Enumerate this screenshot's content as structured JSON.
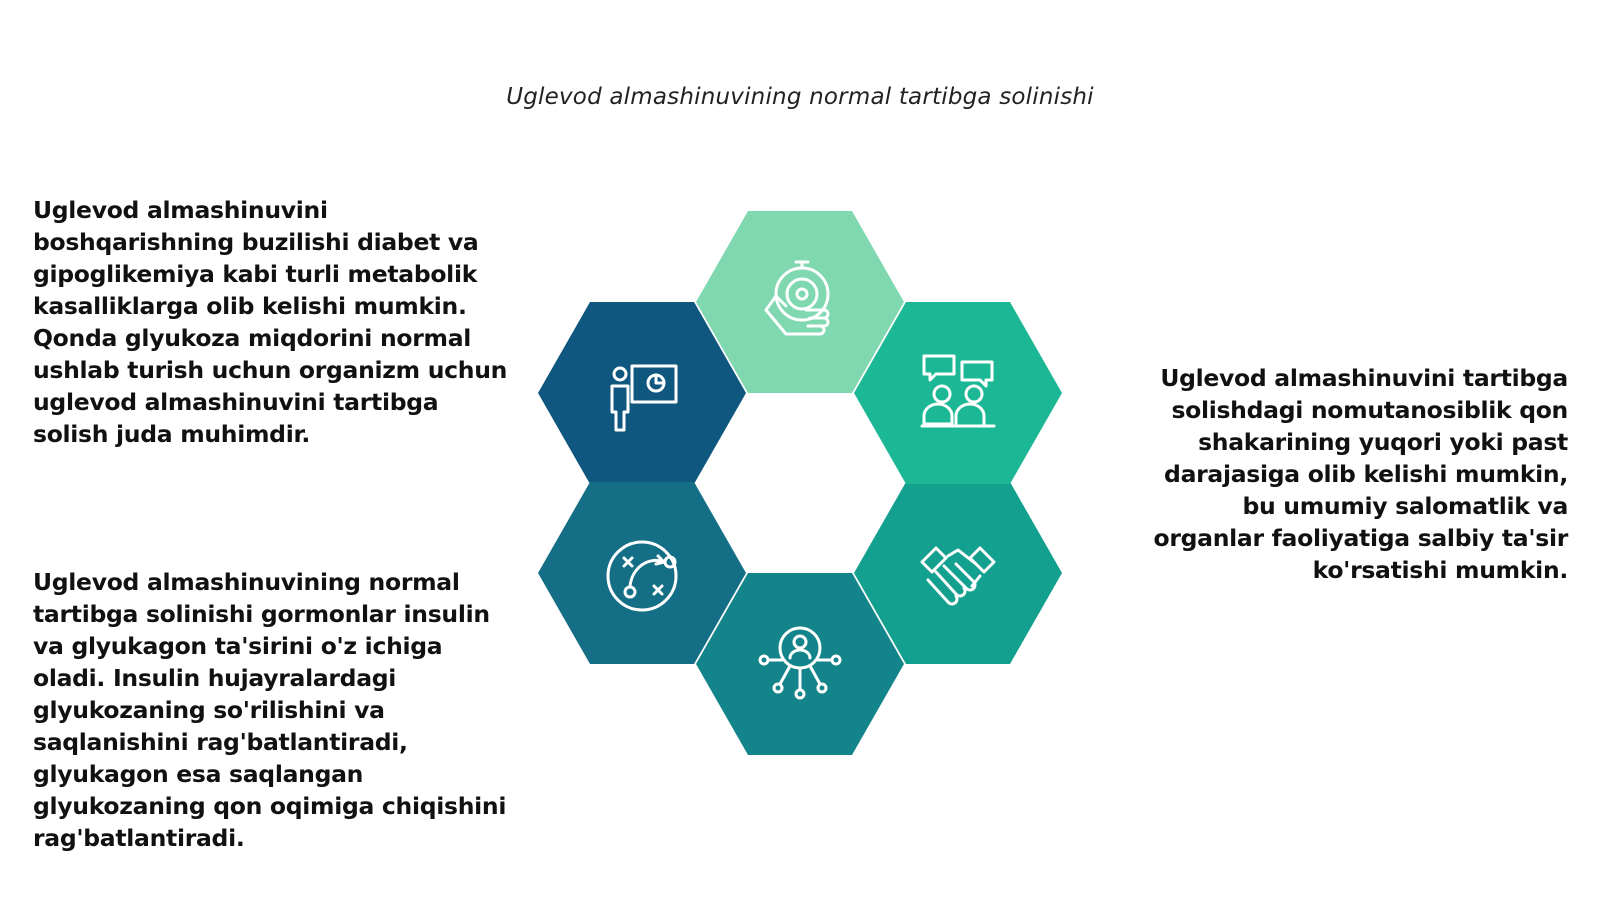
{
  "title": "Uglevod almashinuvining normal tartibga solinishi",
  "paragraphs": {
    "top_left": "Uglevod almashinuvini boshqarishning buzilishi diabet va gipoglikemiya kabi turli metabolik kasalliklarga olib kelishi mumkin. Qonda glyukoza miqdorini normal ushlab turish uchun organizm uchun uglevod almashinuvini tartibga solish juda muhimdir.",
    "bottom_left": "Uglevod almashinuvining normal tartibga solinishi gormonlar insulin va glyukagon ta'sirini o'z ichiga oladi. Insulin hujayralardagi glyukozaning so'rilishini va saqlanishini rag'batlantiradi, glyukagon esa saqlangan glyukozaning qon oqimiga chiqishini rag'batlantiradi.",
    "right": "Uglevod almashinuvini tartibga solishdagi nomutanosiblik qon shakarining yuqori yoki past darajasiga olib kelishi mumkin, bu umumiy salomatlik va organlar faoliyatiga salbiy ta'sir ko'rsatishi mumkin."
  },
  "hexagons": [
    {
      "id": "top",
      "color": "#7fd8b0",
      "icon": "hand-target-icon"
    },
    {
      "id": "upper-right",
      "color": "#1cb895",
      "icon": "people-chat-icon"
    },
    {
      "id": "lower-right",
      "color": "#14a08f",
      "icon": "handshake-icon"
    },
    {
      "id": "bottom",
      "color": "#13858a",
      "icon": "user-network-icon"
    },
    {
      "id": "lower-left",
      "color": "#146f86",
      "icon": "strategy-board-icon"
    },
    {
      "id": "upper-left",
      "color": "#10577f",
      "icon": "presentation-icon"
    }
  ]
}
